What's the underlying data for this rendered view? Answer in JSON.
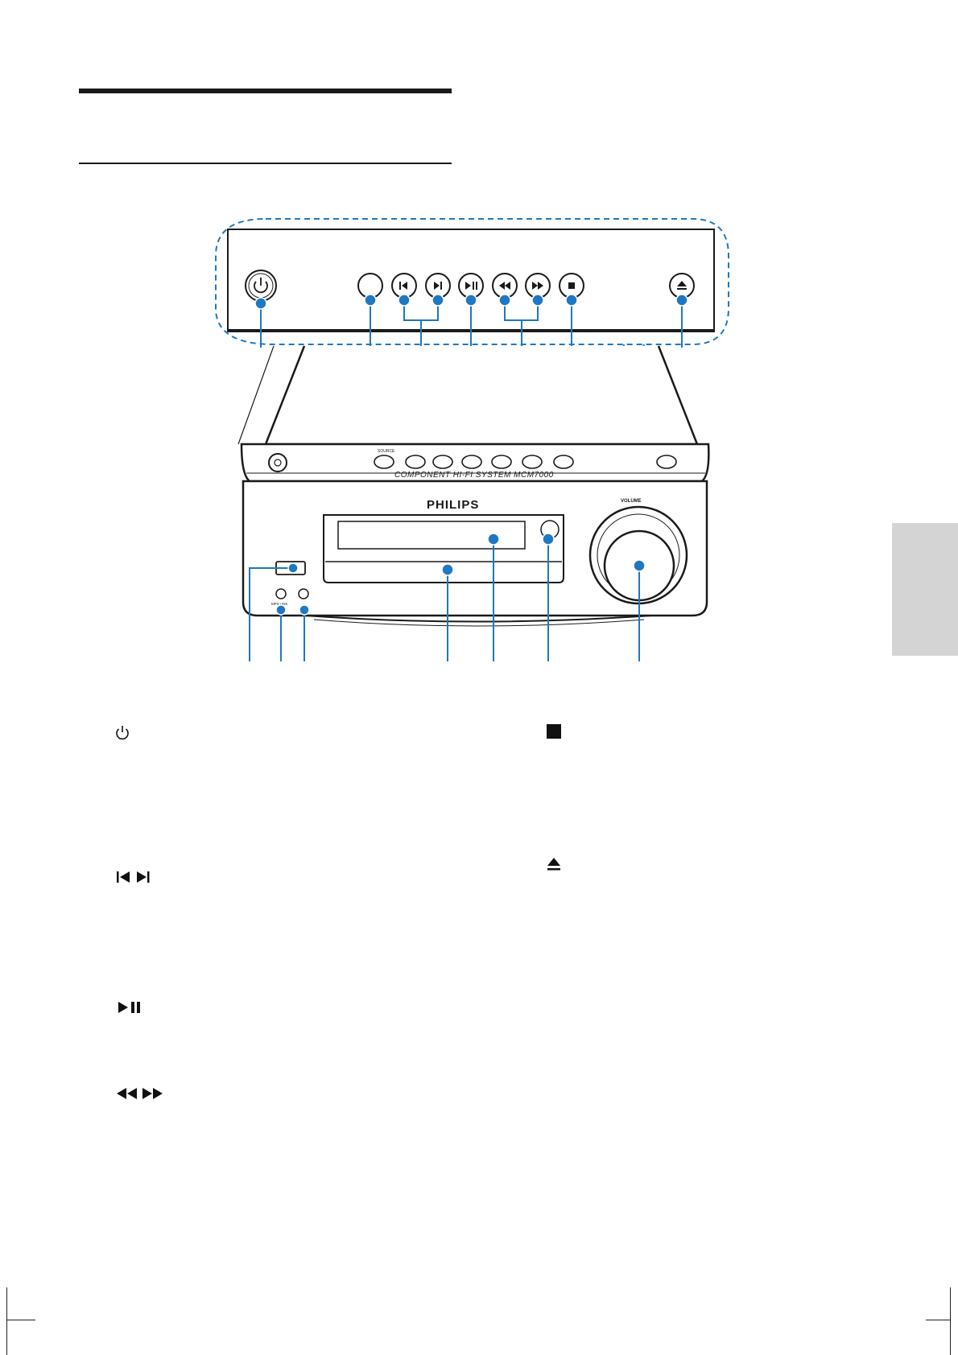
{
  "device": {
    "brand": "PHILIPS",
    "model_text": "COMPONENT HI-FI SYSTEM MCM7000",
    "volume_label": "VOLUME",
    "source_label": "SOURCE",
    "mp3_link_label": "MP3 LINK"
  },
  "key_symbols": [
    {
      "name": "power-symbol",
      "glyph": "⏻"
    },
    {
      "name": "prev-next-symbol",
      "glyph": "|◀ ▶|"
    },
    {
      "name": "play-pause-symbol",
      "glyph": "▶❚❚"
    },
    {
      "name": "rewind-forward-symbol",
      "glyph": "◀◀ ▶▶"
    },
    {
      "name": "stop-symbol",
      "glyph": "■"
    },
    {
      "name": "eject-symbol",
      "glyph": "▲"
    }
  ],
  "colors": {
    "callout": "#1f78c1",
    "outline": "#1a1a1a",
    "tab": "#d4d4d4"
  }
}
